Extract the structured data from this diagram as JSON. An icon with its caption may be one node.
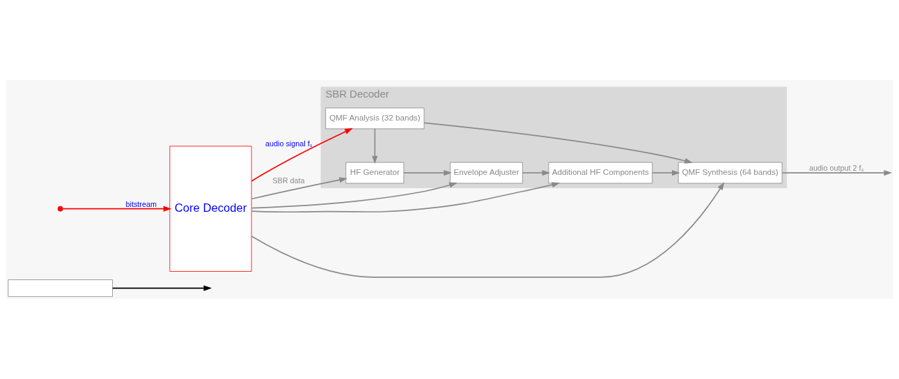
{
  "diagram": {
    "nodes": [
      {
        "text": [],
        "shape": "box"
      },
      {
        "text": [],
        "shape": "circle"
      },
      {
        "text": [
          "Core Decoder"
        ]
      },
      {
        "text": [
          "SBR Decoder"
        ]
      },
      {
        "text": [
          "QMF Analysis (32 bands)"
        ],
        "in": 3
      },
      {
        "text": [
          "HF Generator"
        ],
        "in": 3
      },
      {
        "text": [
          "Envelope Adjuster"
        ],
        "in": 3
      },
      {
        "text": [
          "Additional HF Components"
        ],
        "in": 3
      },
      {
        "text": [
          "QMF Synthesis (64 bands)"
        ],
        "in": 3
      }
    ],
    "edges": [
      {
        "from": 0,
        "to": null,
        "arrow": "to",
        "color": "#000000"
      },
      {
        "from": 1,
        "to": 2,
        "arrow": "to",
        "label": "bitstream",
        "color": "#ff0000"
      },
      {
        "from": 2,
        "to": 4,
        "arrow": "to",
        "label": "audio signal fₛ",
        "color": "#ff0000"
      },
      {
        "from": 4,
        "to": 8,
        "arrow": "to"
      },
      {
        "from": 4,
        "to": 5,
        "arrow": "to"
      },
      {
        "from": 5,
        "to": 6,
        "arrow": "to"
      },
      {
        "from": 6,
        "to": 7,
        "arrow": "to"
      },
      {
        "from": 7,
        "to": 8,
        "arrow": "to"
      },
      {
        "from": 8,
        "to": null,
        "arrow": "to",
        "label": "audio output 2 fₛ"
      },
      {
        "from": 2,
        "to": 5,
        "arrow": "to",
        "label": "SBR data"
      },
      {
        "from": 2,
        "to": 6,
        "arrow": "to"
      },
      {
        "from": 2,
        "to": 7,
        "arrow": "to"
      },
      {
        "from": 2,
        "to": 8,
        "arrow": "to"
      }
    ]
  }
}
